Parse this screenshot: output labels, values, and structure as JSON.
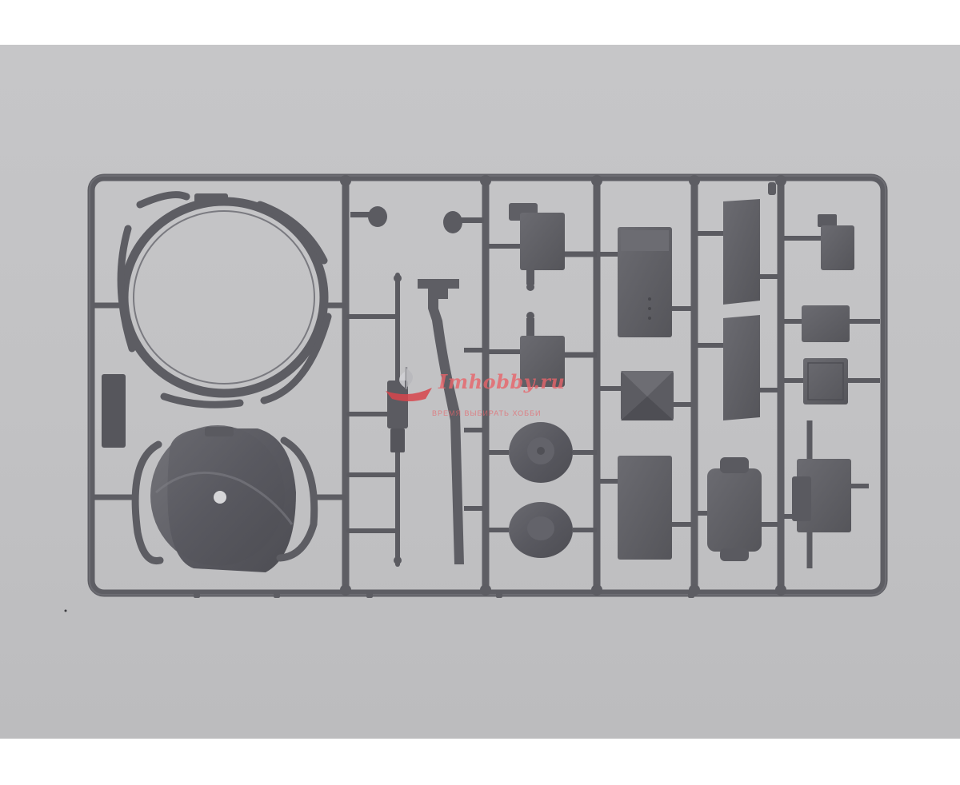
{
  "image": {
    "subject": "plastic-model-kit-sprue",
    "colors": {
      "background": "#c4c4c6",
      "plastic": "#5f5f64",
      "plastic_light": "#74747a",
      "plastic_dark": "#47474c",
      "watermark": "#e8646a"
    }
  },
  "watermark": {
    "brand": "Imhobby.ru",
    "tagline": "ВРЕМЯ ВЫБИРАТЬ ХОББИ",
    "icon": "ship-logo-icon"
  }
}
